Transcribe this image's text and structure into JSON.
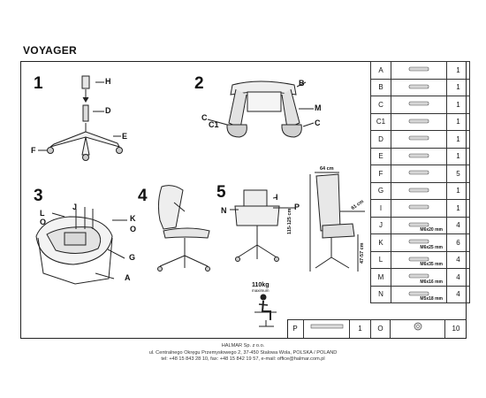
{
  "title": "VOYAGER",
  "steps": [
    "1",
    "2",
    "3",
    "4",
    "5"
  ],
  "callouts": {
    "s1_h": "H",
    "s1_d": "D",
    "s1_e": "E",
    "s1_f": "F",
    "s2_b": "B",
    "s2_m": "M",
    "s2_c_left": "C",
    "s2_c1": "C1",
    "s2_c_right": "C",
    "s3_l": "L",
    "s3_o_left": "O",
    "s3_j": "J",
    "s3_k": "K",
    "s3_o_right": "O",
    "s3_g": "G",
    "s3_a": "A",
    "s5_i": "I",
    "s5_n": "N",
    "s5_p": "P"
  },
  "dimensions": {
    "width": "64 cm",
    "depth": "61 cm",
    "height": "115-125 cm",
    "seat_height": "47-57 cm"
  },
  "max_load": {
    "value": "110kg",
    "label": "maximum"
  },
  "parts": [
    {
      "letter": "A",
      "qty": "1",
      "spec": ""
    },
    {
      "letter": "B",
      "qty": "1",
      "spec": ""
    },
    {
      "letter": "C",
      "qty": "1",
      "spec": ""
    },
    {
      "letter": "C1",
      "qty": "1",
      "spec": ""
    },
    {
      "letter": "D",
      "qty": "1",
      "spec": ""
    },
    {
      "letter": "E",
      "qty": "1",
      "spec": ""
    },
    {
      "letter": "F",
      "qty": "5",
      "spec": ""
    },
    {
      "letter": "G",
      "qty": "1",
      "spec": ""
    },
    {
      "letter": "I",
      "qty": "1",
      "spec": ""
    },
    {
      "letter": "J",
      "qty": "4",
      "spec": "M6x20 mm"
    },
    {
      "letter": "K",
      "qty": "6",
      "spec": "M6x25 mm"
    },
    {
      "letter": "L",
      "qty": "4",
      "spec": "M6x35 mm"
    },
    {
      "letter": "M",
      "qty": "4",
      "spec": "M6x16 mm"
    },
    {
      "letter": "N",
      "qty": "4",
      "spec": "M5x18 mm"
    }
  ],
  "bottom_row": {
    "p_letter": "P",
    "p_qty": "1",
    "o_letter": "O",
    "o_qty": "10"
  },
  "footer": {
    "line1": "HALMAR Sp. z o.o.",
    "line2": "ul. Centralnego Okręgu Przemysłowego 2, 37-450 Stalowa Wola, POLSKA / POLAND",
    "line3": "tel: +48 15 843 28 10, fax: +48 15 842 19 57, e-mail: office@halmar.com.pl"
  }
}
